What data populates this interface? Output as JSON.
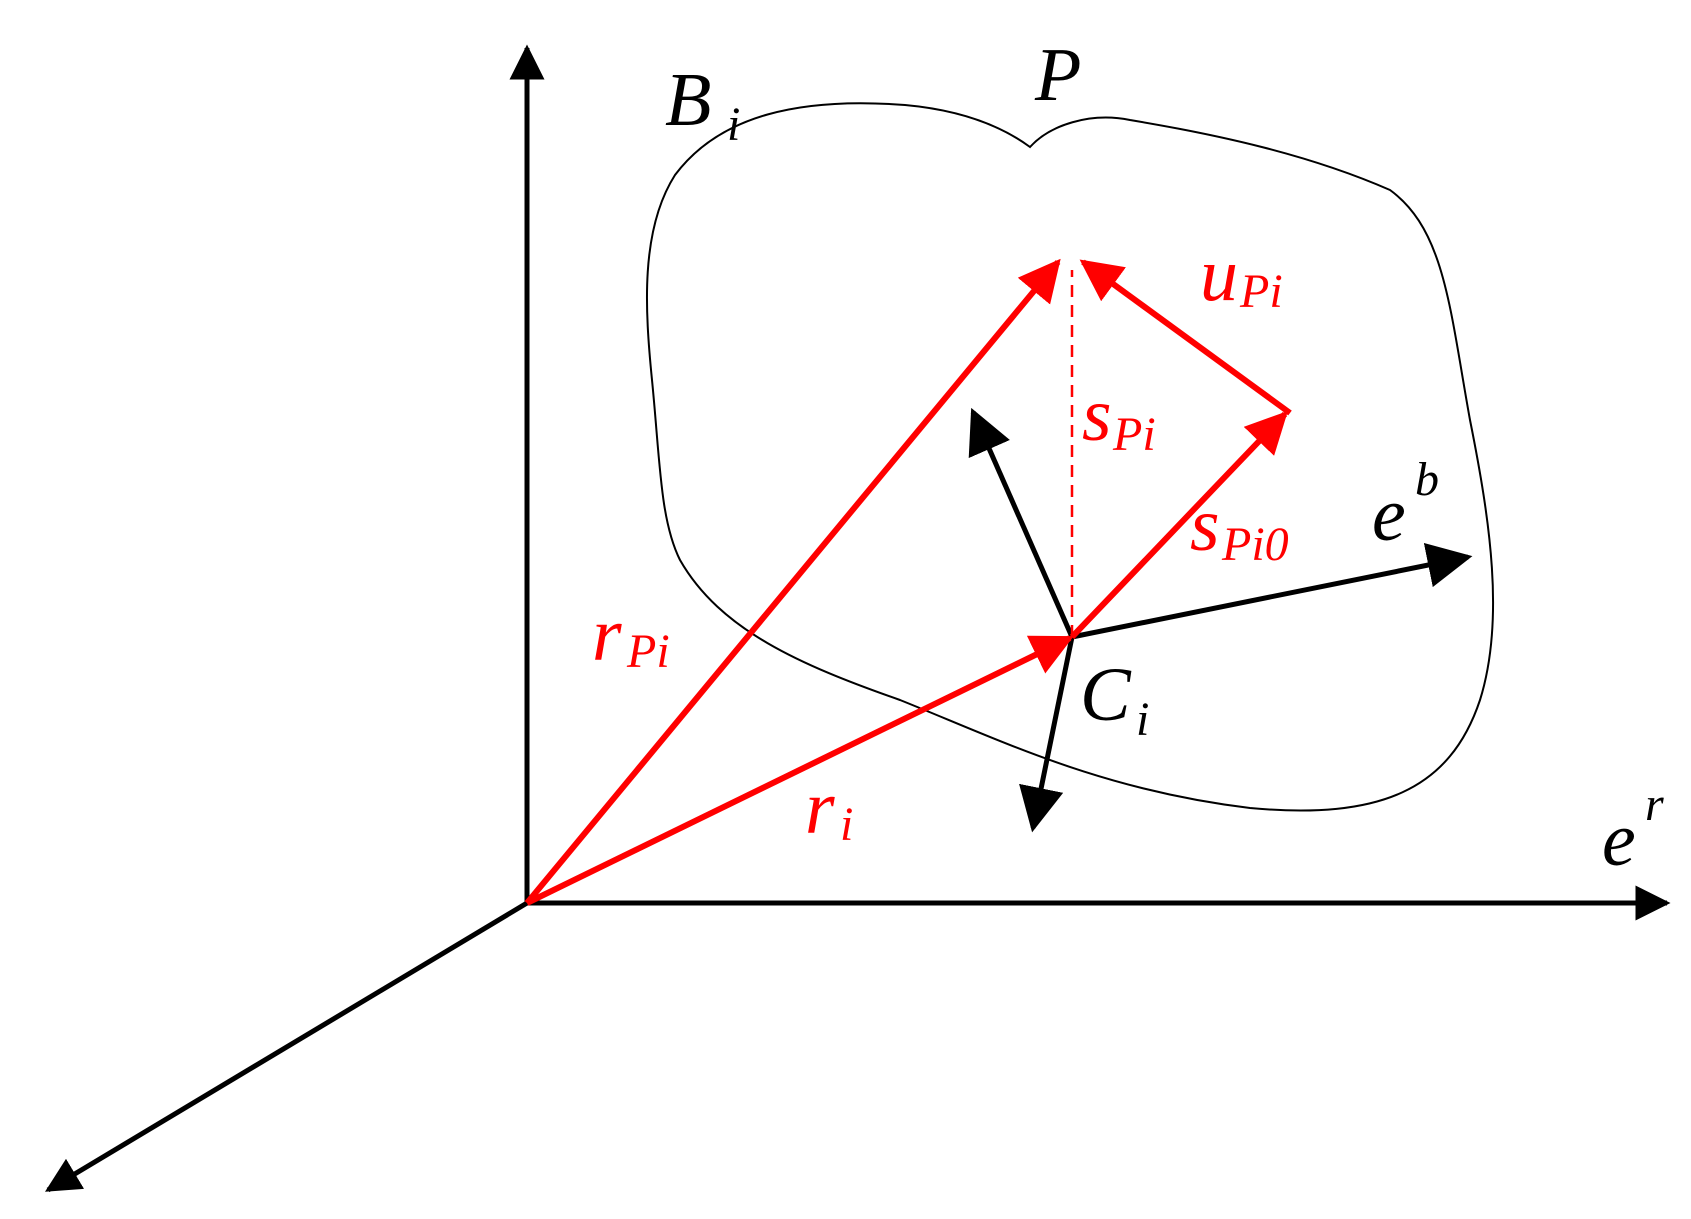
{
  "colors": {
    "frame": "#000000",
    "vector": "#ff0000",
    "background": "#ffffff"
  },
  "labels": {
    "body": {
      "main": "B",
      "sub": "i"
    },
    "point": {
      "main": "P"
    },
    "u_Pi": {
      "main": "u",
      "sub": "Pi"
    },
    "s_Pi": {
      "main": "s",
      "sub": "Pi"
    },
    "s_Pi0": {
      "main": "s",
      "sub": "Pi0"
    },
    "r_Pi": {
      "main": "r",
      "sub": "Pi"
    },
    "r_i": {
      "main": "r",
      "sub": "i"
    },
    "C_i": {
      "main": "C",
      "sub": "i"
    },
    "e_b": {
      "main": "e",
      "sup": "b"
    },
    "e_r": {
      "main": "e",
      "sup": "r"
    }
  }
}
